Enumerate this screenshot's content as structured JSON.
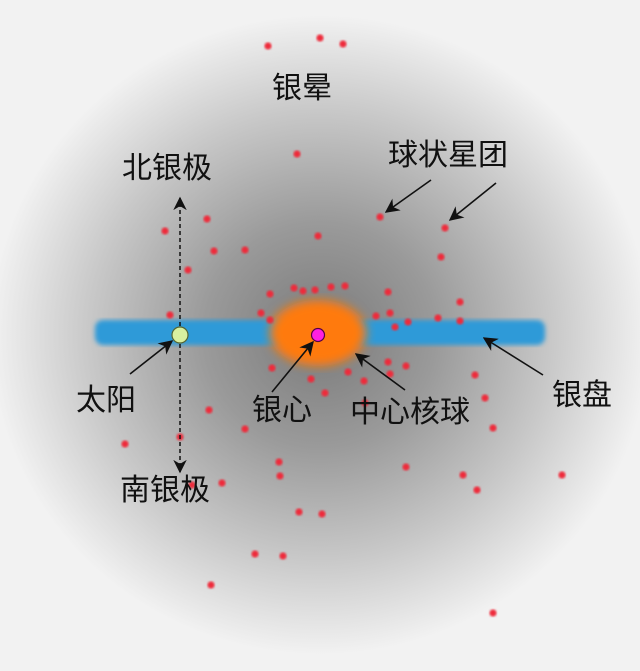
{
  "diagram": {
    "labels": {
      "halo": "银晕",
      "north_pole": "北银极",
      "globular_clusters": "球状星团",
      "sun": "太阳",
      "galactic_center": "银心",
      "central_bulge": "中心核球",
      "disk": "银盘",
      "south_pole": "南银极"
    },
    "colors": {
      "background": "#f2f2f2",
      "halo": "#8c8c8c",
      "disk": "#2f9ad8",
      "bulge": "#ff7a10",
      "center": "#ff20e0",
      "sun": "#d8f0a0",
      "cluster": "#ee2a3a"
    }
  }
}
